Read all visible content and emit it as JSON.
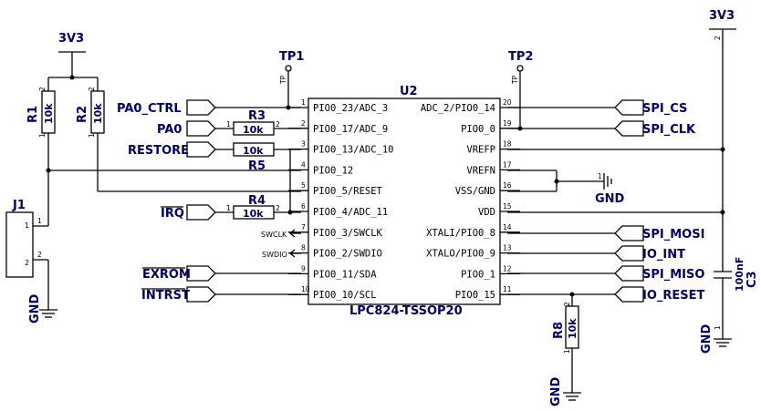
{
  "power": {
    "v3v3_left": "3V3",
    "v3v3_right": "3V3",
    "gnd_j1": "GND",
    "gnd_u2": "GND",
    "gnd_r8": "GND",
    "gnd_c3": "GND"
  },
  "test_points": {
    "tp1": "TP1",
    "tp2": "TP2",
    "tp1_pin": "TP",
    "tp2_pin": "TP"
  },
  "chip": {
    "ref": "U2",
    "part": "LPC824-TSSOP20",
    "left_pins": [
      {
        "num": "1",
        "name": "PIO0_23/ADC_3"
      },
      {
        "num": "2",
        "name": "PIO0_17/ADC_9"
      },
      {
        "num": "3",
        "name": "PIO0_13/ADC_10"
      },
      {
        "num": "4",
        "name": "PIO0_12"
      },
      {
        "num": "5",
        "name": "PIO0_5/RESET"
      },
      {
        "num": "6",
        "name": "PIO0_4/ADC_11"
      },
      {
        "num": "7",
        "name": "PIO0_3/SWCLK"
      },
      {
        "num": "8",
        "name": "PIO0_2/SWDIO"
      },
      {
        "num": "9",
        "name": "PIO0_11/SDA"
      },
      {
        "num": "10",
        "name": "PIO0_10/SCL"
      }
    ],
    "right_pins": [
      {
        "num": "20",
        "name": "ADC_2/PIO0_14"
      },
      {
        "num": "19",
        "name": "PIO0_0"
      },
      {
        "num": "18",
        "name": "VREFP"
      },
      {
        "num": "17",
        "name": "VREFN"
      },
      {
        "num": "16",
        "name": "VSS/GND"
      },
      {
        "num": "15",
        "name": "VDD"
      },
      {
        "num": "14",
        "name": "XTALI/PIO0_8"
      },
      {
        "num": "13",
        "name": "XTALO/PIO0_9"
      },
      {
        "num": "12",
        "name": "PIO0_1"
      },
      {
        "num": "11",
        "name": "PIO0_15"
      }
    ]
  },
  "left_nets": [
    "PA0_CTRL",
    "PA0",
    "RESTORE",
    "IRQ",
    "EXROM",
    "INTRST"
  ],
  "right_nets": [
    "SPI_CS",
    "SPI_CLK",
    "SPI_MOSI",
    "IO_INT",
    "SPI_MISO",
    "IO_RESET"
  ],
  "swd": {
    "swclk": "SWCLK",
    "swdio": "SWDIO"
  },
  "resistors": {
    "r1": {
      "ref": "R1",
      "value": "10k",
      "pin_top": "2",
      "pin_bottom": "1"
    },
    "r2": {
      "ref": "R2",
      "value": "10k",
      "pin_top": "2",
      "pin_bottom": "1"
    },
    "r3": {
      "ref": "R3",
      "value": "10k",
      "pin_left": "1",
      "pin_right": "2"
    },
    "r4": {
      "ref": "R4",
      "value": "10k",
      "pin_left": "1",
      "pin_right": "2"
    },
    "r5": {
      "ref": "R5",
      "value": "10k"
    },
    "r8": {
      "ref": "R8",
      "value": "10k",
      "pin_top": "2",
      "pin_bottom": "1"
    }
  },
  "capacitor": {
    "ref": "C3",
    "value": "100nF",
    "pin_top": "2",
    "pin_bottom": "1"
  },
  "connector": {
    "ref": "J1",
    "pin1": "1",
    "pin2": "2"
  },
  "gnd_pin": "1"
}
